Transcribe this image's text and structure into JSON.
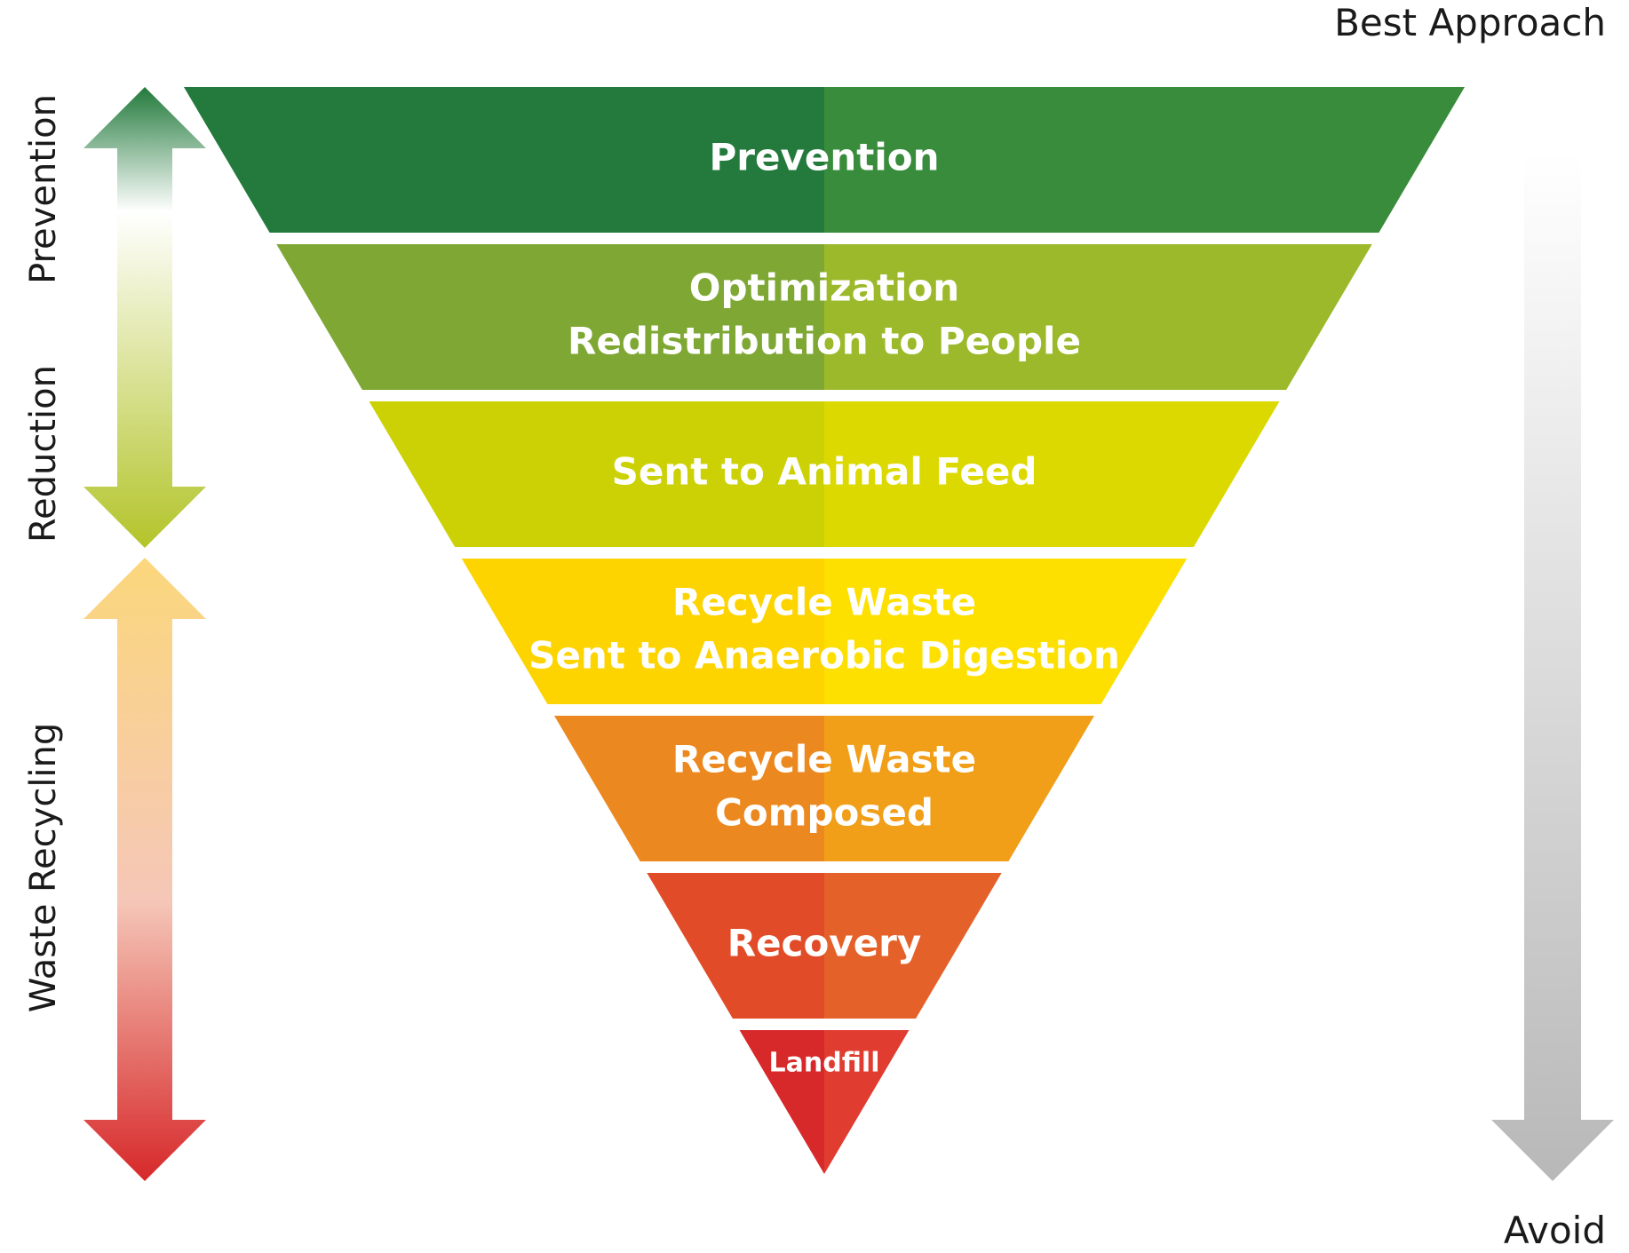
{
  "top_right_label": "Best Approach",
  "bottom_right_label": "Avoid",
  "left_labels": {
    "prevention": "Prevention",
    "reduction": "Reduction",
    "waste_recycling": "Waste Recycling"
  },
  "levels": [
    {
      "lines": [
        "Prevention"
      ],
      "color_left": "#237a3c",
      "color_right": "#388c3b"
    },
    {
      "lines": [
        "Optimization",
        "Redistribution to People"
      ],
      "color_left": "#7ea733",
      "color_right": "#9bb92a"
    },
    {
      "lines": [
        "Sent to Animal Feed"
      ],
      "color_left": "#cbd105",
      "color_right": "#dcd900"
    },
    {
      "lines": [
        "Recycle Waste",
        "Sent to Anaerobic Digestion"
      ],
      "color_left": "#fdd300",
      "color_right": "#fde000"
    },
    {
      "lines": [
        "Recycle Waste",
        "Composed"
      ],
      "color_left": "#ec8820",
      "color_right": "#f19e19"
    },
    {
      "lines": [
        "Recovery"
      ],
      "color_left": "#e24b27",
      "color_right": "#e5612a"
    },
    {
      "lines": [
        "Landfill"
      ],
      "color_left": "#d7282a",
      "color_right": "#e03c30"
    }
  ],
  "colors": {
    "arrow_prevention_top": "#237a3c",
    "arrow_prevention_bottom": "#b3c42a",
    "arrow_recycling_top": "#fbd77c",
    "arrow_recycling_middle": "#f5c7b8",
    "arrow_recycling_bottom": "#d7282a",
    "arrow_avoid_top": "#ffffff",
    "arrow_avoid_bottom": "#b9b8b8"
  }
}
